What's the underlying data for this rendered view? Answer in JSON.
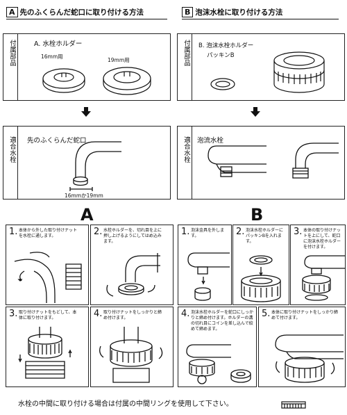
{
  "header_a": {
    "badge": "A",
    "title": "先のふくらんだ蛇口に取り付ける方法"
  },
  "header_b": {
    "badge": "B",
    "title": "泡沫水栓に取り付ける方法"
  },
  "side_labels": {
    "fuzoku_a": "付属部品",
    "tekigo_a": "適合水栓",
    "fuzoku_b": "付属部品",
    "tekigo_b": "適合水栓"
  },
  "parts_a": {
    "title": "A. 水栓ホルダー",
    "size16": "16mm用",
    "size19": "19mm用"
  },
  "parts_b": {
    "title": "B. 泡沫水栓ホルダー",
    "packing": "パッキンB"
  },
  "faucet_a": {
    "title": "先のふくらんだ蛇口",
    "range": "16mmか19mm"
  },
  "faucet_b": {
    "title": "泡流水栓"
  },
  "big_a": "A",
  "big_b": "B",
  "steps_a": [
    {
      "num": "1.",
      "text": "本体から外した取り付けナットを水栓に通します。"
    },
    {
      "num": "2.",
      "text": "水栓ホルダーを、切れ目を上に押し上げるようにしてはめ込みます。"
    },
    {
      "num": "3.",
      "text": "取り付けナットをもどして、本体に取り付けます。"
    },
    {
      "num": "4.",
      "text": "取り付けナットをしっかりと締め付けます。"
    }
  ],
  "steps_b": [
    {
      "num": "1.",
      "text": "泡沫金具を外します。"
    },
    {
      "num": "2.",
      "text": "泡沫水栓ホルダーにパッキンBを入れます。"
    },
    {
      "num": "3.",
      "text": "本体の取り付けナットを上にして、蛇口に泡沫水栓ホルダーを付けます。"
    },
    {
      "num": "4.",
      "text": "泡沫水栓ホルダーを蛇口にしっかりと締め付けます。ホルダーの溝の切れ目にコインを差し込んで絞めて締めます。"
    },
    {
      "num": "5.",
      "text": "本体に取り付けナットをしっかり締めて付けます。"
    }
  ],
  "footer": {
    "text": "水栓の中間に取り付ける場合は付属の中間リングを使用して下さい。"
  }
}
